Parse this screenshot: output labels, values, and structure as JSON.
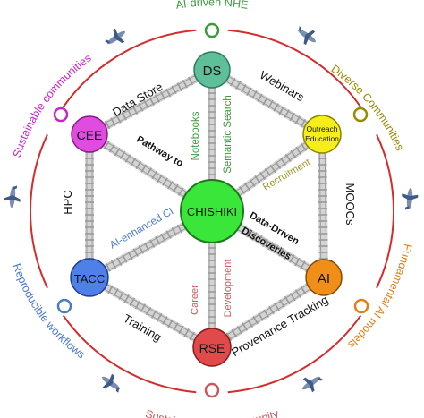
{
  "colors": {
    "ring": "#d62b2b",
    "track_rail": "#9a9a9a",
    "track_bed": "#d4d4d4",
    "top": "#3c9a3c",
    "top_right": "#9a8a00",
    "right": "#e47d14",
    "bottom": "#c8595c",
    "left": "#4a7bc8",
    "top_left": "#cc22cc"
  },
  "nodes": {
    "center": {
      "label": "CHISHIKI",
      "fill": "#39e639",
      "stroke": "#1a7a1a"
    },
    "ds": {
      "label": "DS",
      "fill": "#5fbf9a",
      "stroke": "#2b7a5a"
    },
    "cee": {
      "label": "CEE",
      "fill": "#e04ce0",
      "stroke": "#8a1a8a"
    },
    "outreach": {
      "label_line1": "Outreach",
      "label_line2": "Education",
      "fill": "#f6ee1a",
      "stroke": "#8a8400"
    },
    "tacc": {
      "label": "TACC",
      "fill": "#4f7fe8",
      "stroke": "#1f3f8a"
    },
    "ai": {
      "label": "AI",
      "fill": "#f08e1a",
      "stroke": "#8a4e00"
    },
    "rse": {
      "label": "RSE",
      "fill": "#e04a4a",
      "stroke": "#8a1a1a"
    }
  },
  "edges": {
    "data_store": "Data Store",
    "webinars": "Webinars",
    "hpc": "HPC",
    "moocs": "MOOCs",
    "training": "Training",
    "provenance": "Provenance Tracking"
  },
  "spokes": {
    "notebooks": "Notebooks",
    "semantic_search": "Semantic Search",
    "pathway": "Pathway to",
    "recruitment": "Recruitment",
    "ai_enhanced": "AI-enhanced CI",
    "data_driven": "Data-Driven",
    "discoveries": "Discoveries",
    "career": "Career",
    "development": "Development"
  },
  "outer": {
    "top": "AI-driven NHE",
    "top_right": "Diverse Communities",
    "bottom_right": "Fundamental AI models",
    "bottom": "Sustainable CIP community",
    "bottom_left": "Reproducible workflows",
    "top_left": "Sustainable communities"
  },
  "icons": {
    "planes": "airplane-icon",
    "ring_markers": "ring-marker-icon"
  }
}
